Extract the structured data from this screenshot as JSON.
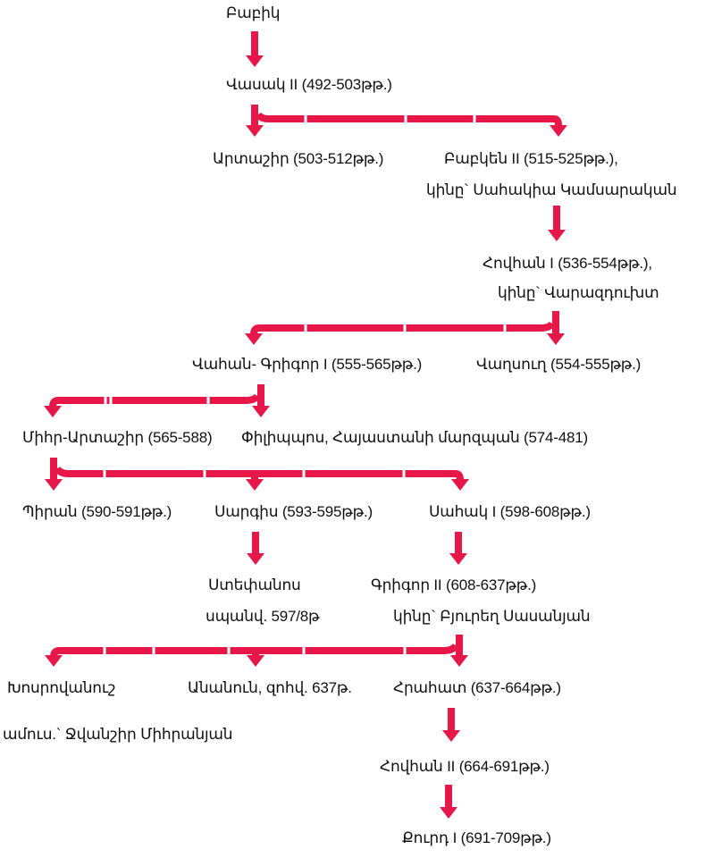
{
  "accent_color": "#e8174a",
  "people": {
    "babik": "Բաբիկ",
    "vasak2": "Վասակ II  (492-503թթ.)",
    "artashir": "Արտաշիր (503-512թթ.)",
    "babken2": "Բաբկեն II (515-525թթ.),",
    "babken2_wife": "կինը` Սահակիա Կամսարական",
    "hovhan1": "Հովհան I (536-554թթ.),",
    "hovhan1_wife": "կինը` Վարազդուխտ",
    "vahan_grigor1": "Վահան- Գրիգոր  I (555-565թթ.)",
    "vaghsugh": "Վաղսուղ (554-555թթ.)",
    "mihr_artashir": "Միհր-Արտաշիր (565-588)",
    "pilippos": "Փիլիպպոս, Հայաստանի մարզպան (574-481)",
    "piran": "Պիրան  (590-591թթ.)",
    "sargis": "Սարգիս  (593-595թթ.)",
    "sahak1": "Սահակ I (598-608թթ.)",
    "stepanos": "Ստեփանոս",
    "stepanos_note": "սպանվ. 597/8թ",
    "grigor2": "Գրիգոր II (608-637թթ.)",
    "grigor2_wife": "կինը` Բյուրեղ Սասանյան",
    "khosrovanush": "Խոսրովանուշ",
    "khosrovanush_husband": "ամուս.` Ջվանշիր Միհրանյան",
    "ananun": "Անանուն, զոհվ. 637թ.",
    "hrahat": "Հրահատ  (637-664թթ.)",
    "hovhan2": "Հովհան II (664-691թթ.)",
    "kurd1": "Քուրդ I (691-709թթ.)"
  }
}
